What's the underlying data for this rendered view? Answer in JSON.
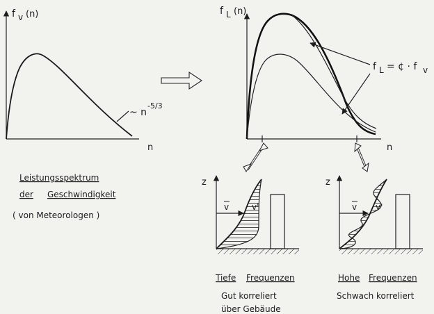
{
  "left_panel": {
    "y_axis_label": "f",
    "y_axis_sub": "v",
    "y_axis_arg": "(n)",
    "x_axis_label": "n",
    "slope_prefix": "~ n",
    "slope_exponent": "-5/3",
    "caption_line1": "Leistungsspektrum",
    "caption_line2a": "der",
    "caption_line2b": "Geschwindigkeit",
    "caption_line3": "( von  Meteorologen )"
  },
  "right_panel": {
    "y_axis_label": "f",
    "y_axis_sub": "L",
    "y_axis_arg": "(n)",
    "x_axis_label": "n",
    "formula_f": "f",
    "formula_sub": "L",
    "formula_rest": "= ¢ · f",
    "formula_sub2": "v"
  },
  "low_freq": {
    "z_label": "z",
    "v_mean": "v",
    "v_fluct": "v'",
    "caption_title_a": "Tiefe",
    "caption_title_b": "Frequenzen",
    "caption_line2": "Gut  korreliert",
    "caption_line3": "über Gebäude"
  },
  "high_freq": {
    "z_label": "z",
    "v_mean": "v",
    "v_fluct": "v'",
    "caption_title_a": "Hohe",
    "caption_title_b": "Frequenzen",
    "caption_line2": "Schwach  korreliert"
  },
  "colors": {
    "ink": "#1c1c1c",
    "paper": "#f2f2ef"
  }
}
